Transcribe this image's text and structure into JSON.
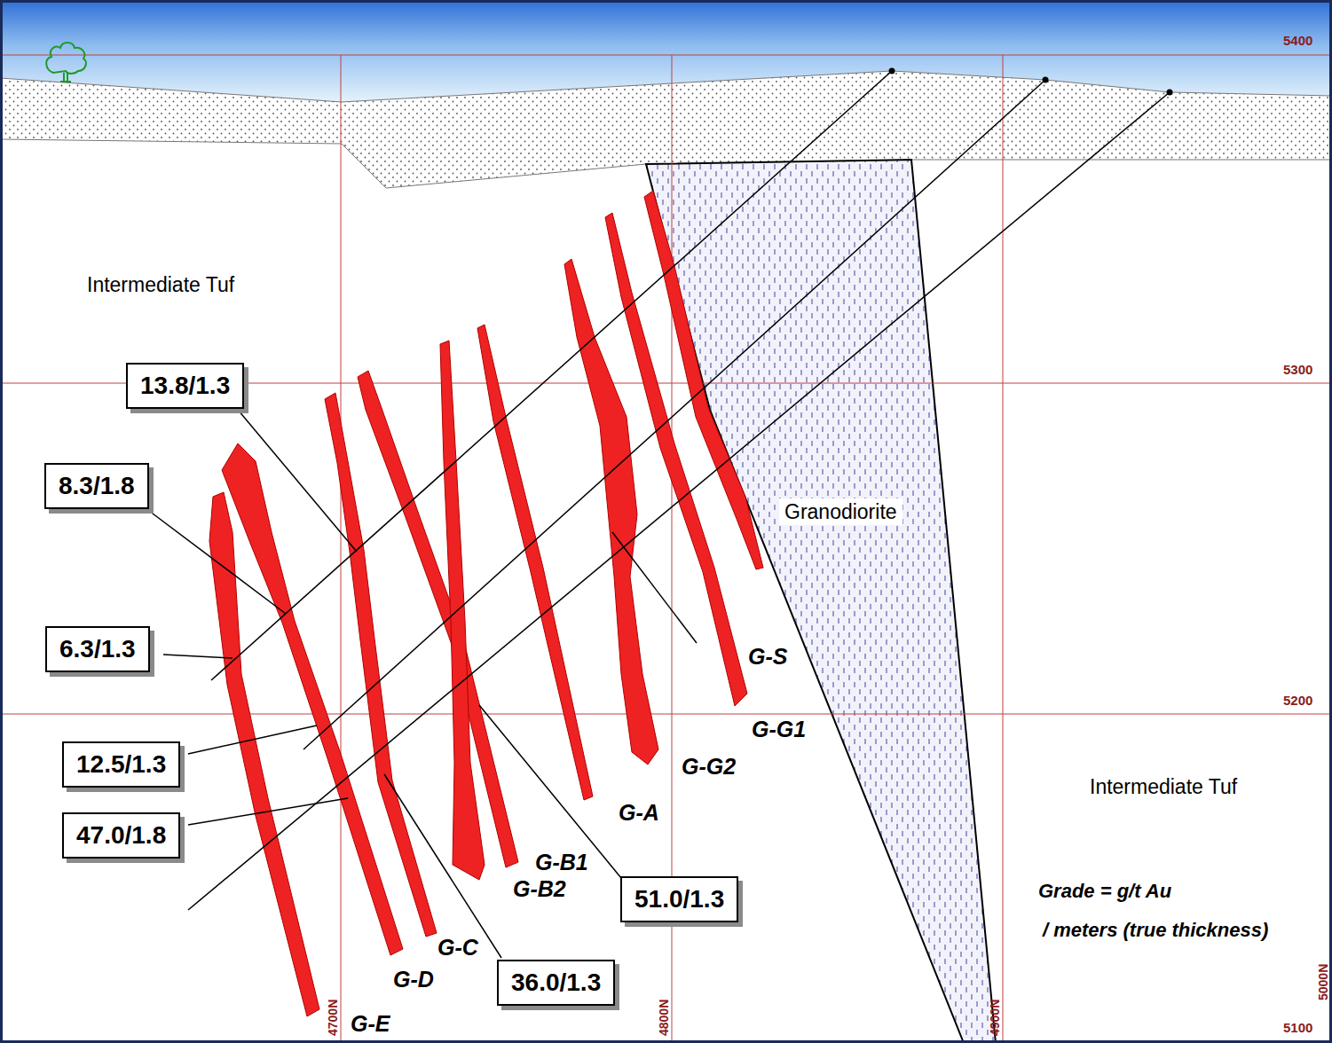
{
  "diagram": {
    "nodes": [
      {
        "text": [
          "13.8/1.3"
        ]
      },
      {
        "text": [
          "8.3/1.8"
        ]
      },
      {
        "text": [
          "6.3/1.3"
        ]
      },
      {
        "text": [
          "12.5/1.3"
        ]
      },
      {
        "text": [
          "47.0/1.8"
        ]
      },
      {
        "text": [
          "51.0/1.3"
        ]
      },
      {
        "text": [
          "36.0/1.3"
        ]
      }
    ],
    "labels": [
      "Intermediate Tuf",
      "Granodiorite",
      "Intermediate Tuf",
      "G-S",
      "G-G1",
      "G-G2",
      "G-A",
      "G-B1",
      "G-B2",
      "G-C",
      "G-D",
      "G-E",
      "Grade = g/t Au",
      "/ meters (true thickness)",
      "5400",
      "5300",
      "5200",
      "5100",
      "4700N",
      "4800N",
      "4900N",
      "5000N"
    ]
  }
}
